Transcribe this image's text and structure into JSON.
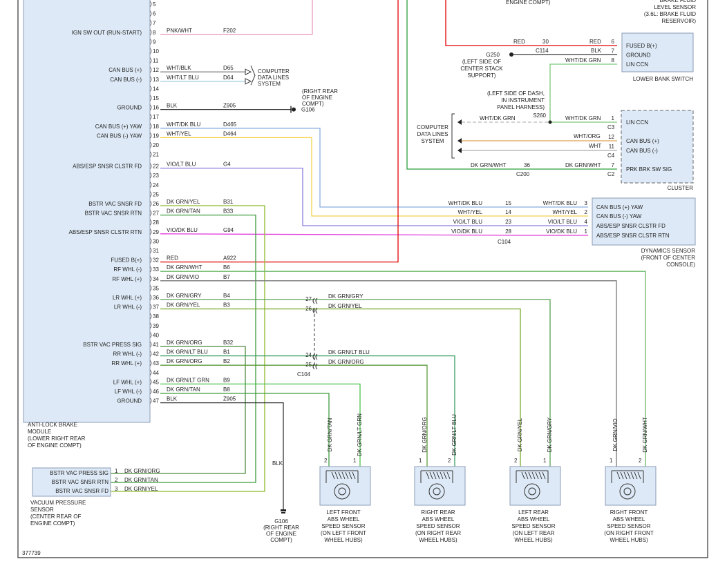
{
  "figure_id": "377739",
  "colors": {
    "pink": "#ea9ac0",
    "red": "#e00000",
    "green": "#2a9d3a",
    "lightgreen": "#7cc87c",
    "blue": "#8aaee0",
    "yellow": "#f2d24a",
    "magenta": "#e03adb",
    "violet": "#8a7ce0",
    "gray": "#666666",
    "black": "#222222",
    "boxfill": "#dde9f6",
    "boxstroke": "#8a9bb5",
    "orange": "#e0a050",
    "wiregreen": "#3a9a3a",
    "ygreen": "#8dbb2a"
  },
  "abs_module": {
    "name": "ANTI-LOCK BRAKE\nMODULE\n(LOWER RIGHT REAR\nOF ENGINE COMPT)",
    "pins": [
      {
        "n": "5"
      },
      {
        "n": "6"
      },
      {
        "n": "7"
      },
      {
        "n": "8",
        "label": "IGN SW OUT (RUN-START)",
        "color": "PNK/WHT",
        "circuit": "F202"
      },
      {
        "n": "9"
      },
      {
        "n": "10"
      },
      {
        "n": "11"
      },
      {
        "n": "12",
        "label": "CAN BUS (+)",
        "color": "WHT/BLK",
        "circuit": "D65"
      },
      {
        "n": "13",
        "label": "CAN BUS (-)",
        "color": "WHT/LT BLU",
        "circuit": "D64"
      },
      {
        "n": "14"
      },
      {
        "n": "15"
      },
      {
        "n": "16",
        "label": "GROUND",
        "color": "BLK",
        "circuit": "Z905"
      },
      {
        "n": "17"
      },
      {
        "n": "18",
        "label": "CAN BUS (+) YAW",
        "color": "WHT/DK BLU",
        "circuit": "D465"
      },
      {
        "n": "19",
        "label": "CAN BUS (-) YAW",
        "color": "WHT/YEL",
        "circuit": "D464"
      },
      {
        "n": "20"
      },
      {
        "n": "21"
      },
      {
        "n": "22",
        "label": "ABS/ESP SNSR CLSTR FD",
        "color": "VIO/LT BLU",
        "circuit": "G4"
      },
      {
        "n": "23"
      },
      {
        "n": "24"
      },
      {
        "n": "25"
      },
      {
        "n": "26",
        "label": "BSTR VAC SNSR FD",
        "color": "DK GRN/YEL",
        "circuit": "B31"
      },
      {
        "n": "27",
        "label": "BSTR VAC SNSR RTN",
        "color": "DK GRN/TAN",
        "circuit": "B33"
      },
      {
        "n": "28"
      },
      {
        "n": "29",
        "label": "ABS/ESP SNSR CLSTR RTN",
        "color": "VIO/DK BLU",
        "circuit": "G94"
      },
      {
        "n": "30"
      },
      {
        "n": "31"
      },
      {
        "n": "32",
        "label": "FUSED B(+)",
        "color": "RED",
        "circuit": "A922"
      },
      {
        "n": "33",
        "label": "RF WHL (-)",
        "color": "DK GRN/WHT",
        "circuit": "B6"
      },
      {
        "n": "34",
        "label": "RF WHL (+)",
        "color": "DK GRN/VIO",
        "circuit": "B7"
      },
      {
        "n": "35"
      },
      {
        "n": "36",
        "label": "LR WHL (+)",
        "color": "DK GRN/GRY",
        "circuit": "B4"
      },
      {
        "n": "37",
        "label": "LR WHL (-)",
        "color": "DK GRN/YEL",
        "circuit": "B3"
      },
      {
        "n": "38"
      },
      {
        "n": "39"
      },
      {
        "n": "40"
      },
      {
        "n": "41",
        "label": "BSTR VAC PRESS SIG",
        "color": "DK GRN/ORG",
        "circuit": "B32"
      },
      {
        "n": "42",
        "label": "RR WHL (-)",
        "color": "DK GRN/LT BLU",
        "circuit": "B1"
      },
      {
        "n": "43",
        "label": "RR WHL (+)",
        "color": "DK GRN/ORG",
        "circuit": "B2"
      },
      {
        "n": "44"
      },
      {
        "n": "45",
        "label": "LF WHL (+)",
        "color": "DK GRN/LT GRN",
        "circuit": "B9"
      },
      {
        "n": "46",
        "label": "LF WHL (-)",
        "color": "DK GRN/TAN",
        "circuit": "B8"
      },
      {
        "n": "47",
        "label": "GROUND",
        "color": "BLK",
        "circuit": "Z905"
      }
    ]
  },
  "texts": {
    "engine_compt_top": "ENGINE COMPT)",
    "brake_fluid": "BRAKE FLUID\nLEVEL SENSOR\n(3.6L: BRAKE FLUID\nRESERVOIR)",
    "computer_data_lines": "COMPUTER\nDATA LINES\nSYSTEM",
    "g106_top_loc": "(RIGHT REAR\nOF ENGINE\nCOMPT)",
    "g106_top": "G106",
    "g250": "G250",
    "g250_loc": "(LEFT SIDE OF\nCENTER STACK\nSUPPORT)",
    "s260_loc": "(LEFT SIDE OF DASH,\nIN INSTRUMENT\nPANEL HARNESS)",
    "s260": "S260",
    "lower_bank_switch": "LOWER BANK SWITCH",
    "cluster": "CLUSTER",
    "dynamics_sensor": "DYNAMICS SENSOR\n(FRONT OF CENTER\nCONSOLE)",
    "vac_sensor_name": "VACUUM PRESSURE\nSENSOR\n(CENTER REAR OF\nENGINE COMPT)",
    "g106_bottom": "G106\n(RIGHT REAR\nOF ENGINE\nCOMPT)",
    "blk": "BLK"
  },
  "lower_bank_switch": {
    "pins": [
      {
        "n": "6",
        "label": "FUSED B(+)"
      },
      {
        "n": "7",
        "label": "GROUND"
      },
      {
        "n": "8",
        "label": "LIN CCN"
      }
    ],
    "wires": [
      {
        "left_color": "RED",
        "pin": "30",
        "right_color": "RED"
      },
      {
        "connector": "C114",
        "right_color": "BLK"
      },
      {
        "right_color": "WHT/DK GRN"
      }
    ]
  },
  "cluster": {
    "pins": [
      {
        "n": "1",
        "label": "LIN CCN",
        "conn": "C3",
        "color": "WHT/DK GRN",
        "left_color": "WHT/DK GRN"
      },
      {
        "n": "12",
        "label": "CAN BUS (+)",
        "color": "WHT/ORG"
      },
      {
        "n": "11",
        "label": "CAN BUS (-)",
        "conn": "C4",
        "color": "WHT"
      },
      {
        "n": "7",
        "label": "PRK BRK SW SIG",
        "conn": "C2",
        "color": "DK GRN/WHT",
        "left_color": "DK GRN/WHT",
        "inline": "36",
        "inline_conn": "C200"
      }
    ]
  },
  "dynamics_sensor": {
    "pins": [
      {
        "n": "3",
        "label": "CAN BUS (+) YAW",
        "left_color": "WHT/DK BLU",
        "inline": "15",
        "right_color": "WHT/DK BLU"
      },
      {
        "n": "2",
        "label": "CAN BUS (-) YAW",
        "left_color": "WHT/YEL",
        "inline": "14",
        "right_color": "WHT/YEL"
      },
      {
        "n": "4",
        "label": "ABS/ESP SNSR CLSTR FD",
        "left_color": "VIO/LT BLU",
        "inline": "23",
        "right_color": "VIO/LT BLU"
      },
      {
        "n": "1",
        "label": "ABS/ESP SNSR CLSTR RTN",
        "left_color": "VIO/DK BLU",
        "inline": "28",
        "right_color": "VIO/DK BLU"
      }
    ],
    "connector": "C104"
  },
  "c104_lower": {
    "connector": "C104",
    "rows": [
      {
        "pin": "27",
        "color": "DK GRN/GRY"
      },
      {
        "pin": "26",
        "color": "DK GRN/YEL"
      },
      {
        "pin": "24",
        "color": "DK GRN/LT BLU"
      },
      {
        "pin": "25",
        "color": "DK GRN/ORG"
      }
    ]
  },
  "vac_sensor": {
    "pins": [
      {
        "n": "1",
        "label": "BSTR VAC PRESS SIG",
        "color": "DK GRN/ORG"
      },
      {
        "n": "2",
        "label": "BSTR VAC SNSR RTN",
        "color": "DK GRN/TAN"
      },
      {
        "n": "3",
        "label": "BSTR VAC SNSR FD",
        "color": "DK GRN/YEL"
      }
    ]
  },
  "wheel_sensors": [
    {
      "name": "LEFT FRONT\nABS WHEEL\nSPEED SENSOR\n(ON LEFT FRONT\nWHEEL HUBS)",
      "wires": [
        "DK GRN/TAN",
        "DK GRN/LT GRN"
      ],
      "pins": [
        "2",
        "1"
      ]
    },
    {
      "name": "RIGHT REAR\nABS WHEEL\nSPEED SENSOR\n(ON RIGHT REAR\nWHEEL HUBS)",
      "wires": [
        "DK GRN/ORG",
        "DK GRN/LT BLU"
      ],
      "pins": [
        "1",
        "2"
      ]
    },
    {
      "name": "LEFT REAR\nABS WHEEL\nSPEED SENSOR\n(ON LEFT REAR\nWHEEL HUBS)",
      "wires": [
        "DK GRN/YEL",
        "DK GRN/GRY"
      ],
      "pins": [
        "2",
        "1"
      ]
    },
    {
      "name": "RIGHT FRONT\nABS WHEEL\nSPEED SENSOR\n(ON RIGHT FRONT\nWHEEL HUBS)",
      "wires": [
        "DK GRN/VIO",
        "DK GRN/WHT"
      ],
      "pins": [
        "1",
        "2"
      ]
    }
  ]
}
